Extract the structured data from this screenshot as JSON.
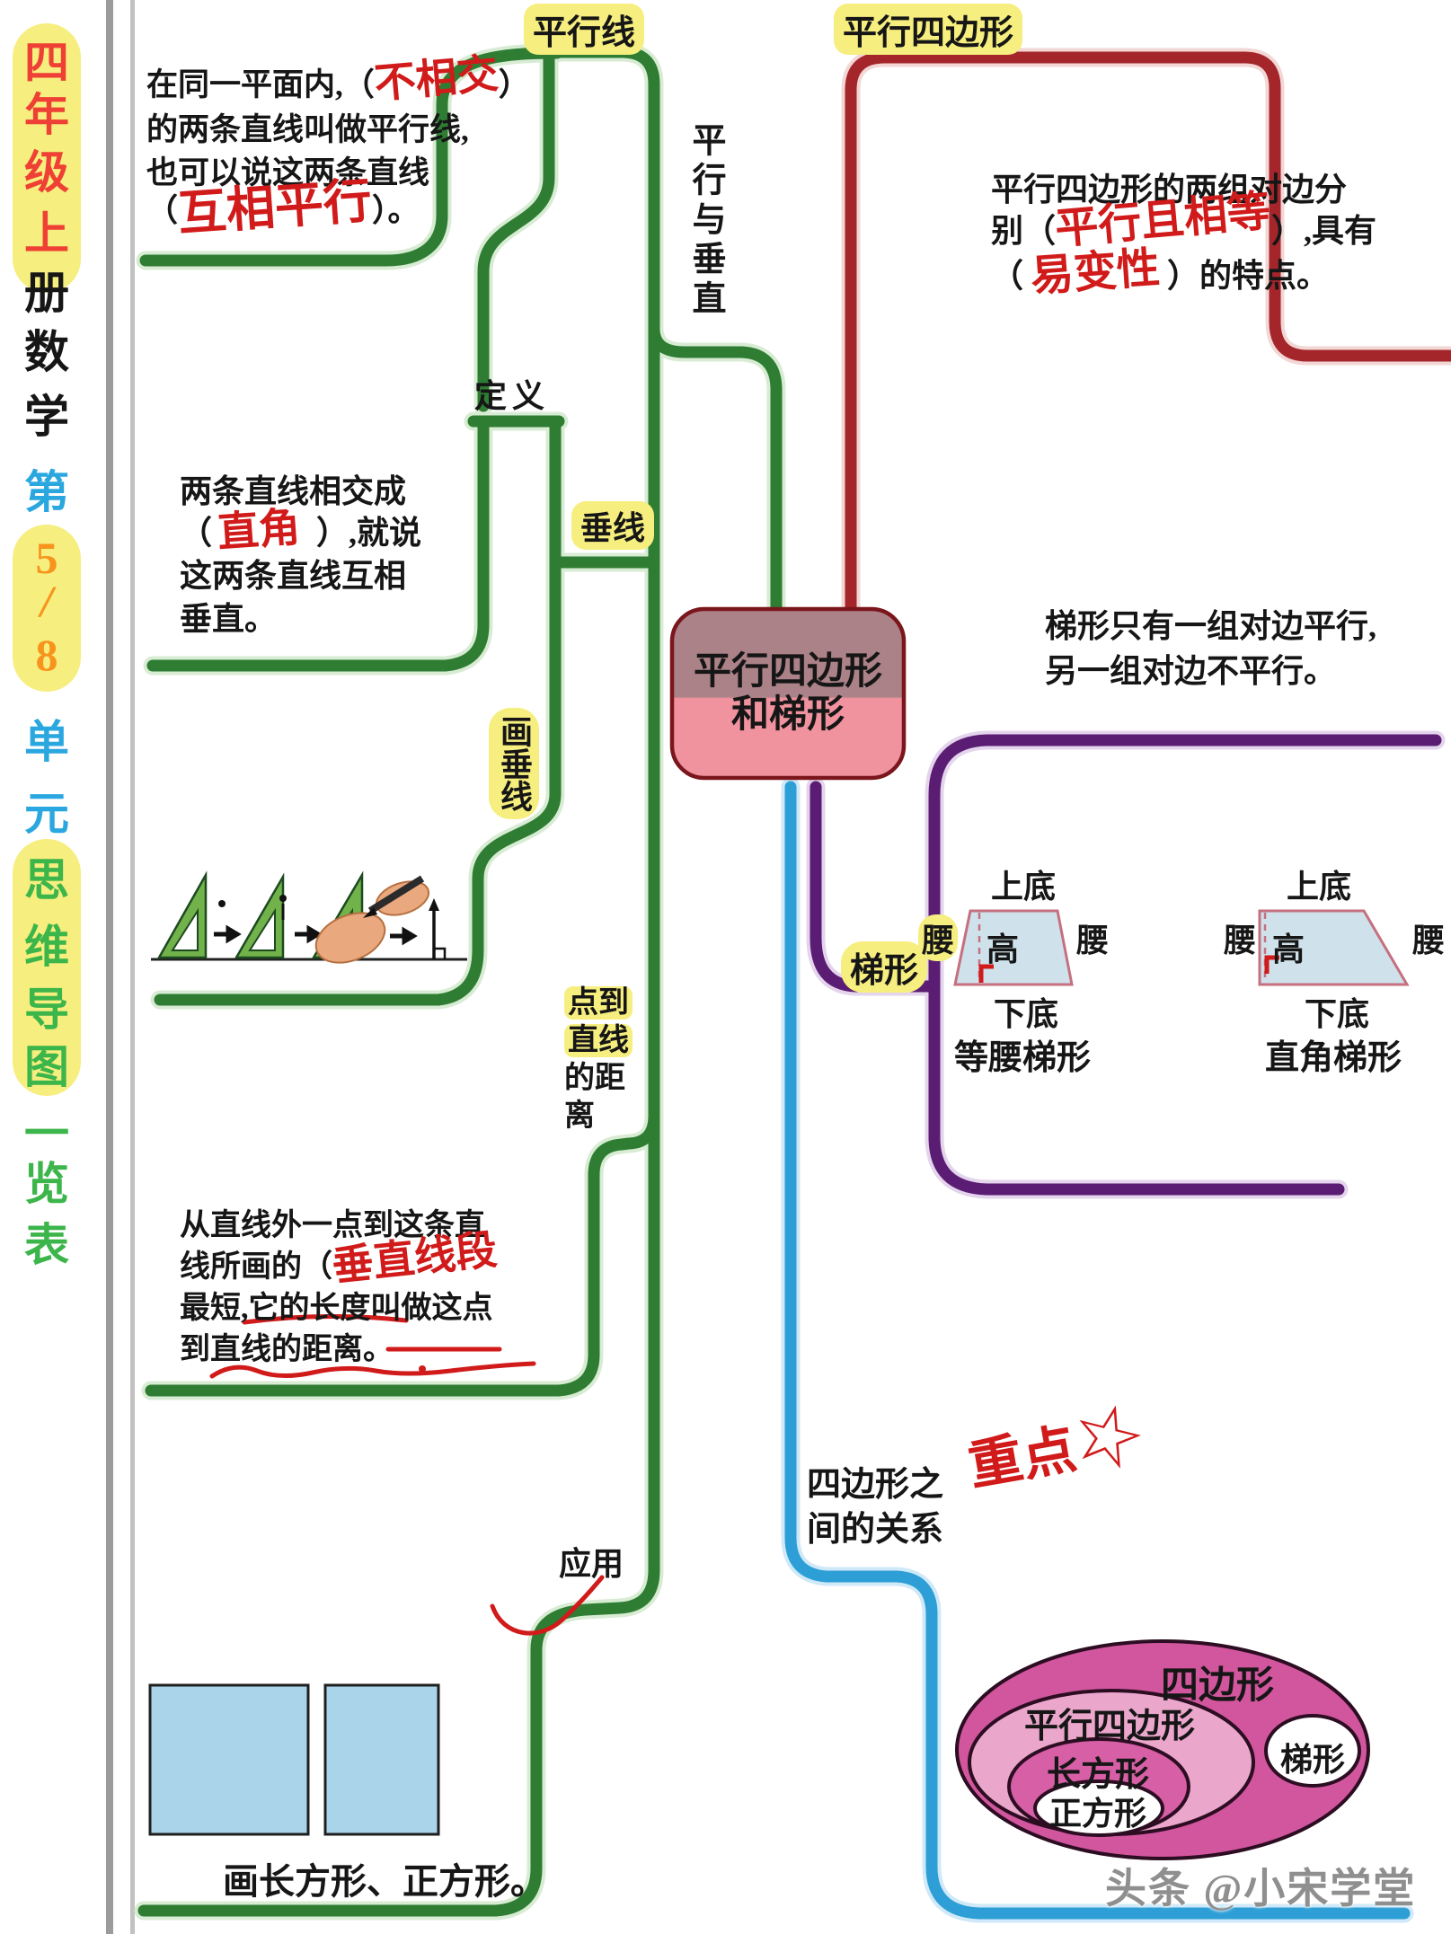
{
  "title_column": {
    "chars": [
      "四",
      "年",
      "级",
      "上",
      "册",
      "数",
      "学",
      "第",
      "5",
      "/",
      "8",
      "单",
      "元",
      "思",
      "维",
      "导",
      "图",
      "一",
      "览",
      "表"
    ]
  },
  "root_node": {
    "line1": "平行四边形",
    "line2": "和梯形"
  },
  "axis_label": "平行与垂直",
  "watermark": "头条 @小宋学堂",
  "parallel_lines": {
    "label": "平行线",
    "def_l1a": "在同一平面内,（",
    "def_l1b": "不相交",
    "def_l1c": "）",
    "def_l2": "的两条直线叫做平行线,",
    "def_l3": "也可以说这两条直线",
    "def_l4a": "（",
    "def_l4b": "互相平行",
    "def_l4c": "）。"
  },
  "perpendicular": {
    "def_label": "定义",
    "label": "垂线",
    "draw_label": "画垂线",
    "def_l1": "两条直线相交成",
    "def_l2a": "（",
    "def_l2b": "直角",
    "def_l2c": "）,就说",
    "def_l3": "这两条直线互相",
    "def_l4": "垂直。"
  },
  "point_to_line": {
    "label_rows": [
      "点到",
      "直线",
      "的距",
      "离"
    ],
    "def_l1": "从直线外一点到这条直",
    "def_l2a": "线所画的（",
    "def_l2b": "垂直线段",
    "def_l3": "最短,它的长度叫做这点",
    "def_l4": "到直线的距离。"
  },
  "application": {
    "label": "应用",
    "caption": "画长方形、正方形。"
  },
  "parallelogram": {
    "label": "平行四边形",
    "def_l1": "平行四边形的两组对边分",
    "def_l2a": "别（",
    "def_l2b": "平行且相等",
    "def_l2c": "）,具有",
    "def_l3a": "（",
    "def_l3b": "易变性",
    "def_l3c": "）的特点。"
  },
  "trapezoid": {
    "label": "梯形",
    "def_l1": "梯形只有一组对边平行,",
    "def_l2": "另一组对边不平行。",
    "parts": {
      "top": "上底",
      "bottom": "下底",
      "leg": "腰",
      "height": "高"
    },
    "fig1_caption": "等腰梯形",
    "fig2_caption": "直角梯形"
  },
  "relations": {
    "label_l1": "四边形之",
    "label_l2": "间的关系",
    "annotation": "重点",
    "annotation_star": "☆",
    "venn": {
      "outer": "四边形",
      "mid": "平行四边形",
      "rect": "长方形",
      "square": "正方形",
      "trap": "梯形"
    }
  },
  "colors": {
    "green": "#2e7d33",
    "red": "#a4262b",
    "purple": "#5b1d74",
    "blue": "#2d9fd6",
    "highlight": "#f6ee7e",
    "handwriting": "#d11a1a",
    "node_fill_top": "#ab8287",
    "node_fill_bottom": "#f0939e",
    "node_border": "#7a161c",
    "venn_pink": "#d1569d",
    "venn_light_pink": "#eaa6cb",
    "trapezoid_fill": "#cfe2ec",
    "rect_fill": "#a9d4ea",
    "title_red": "#ee4035",
    "title_blue": "#2ba7e0",
    "title_orange": "#f7941d",
    "title_green": "#3cb54a"
  }
}
